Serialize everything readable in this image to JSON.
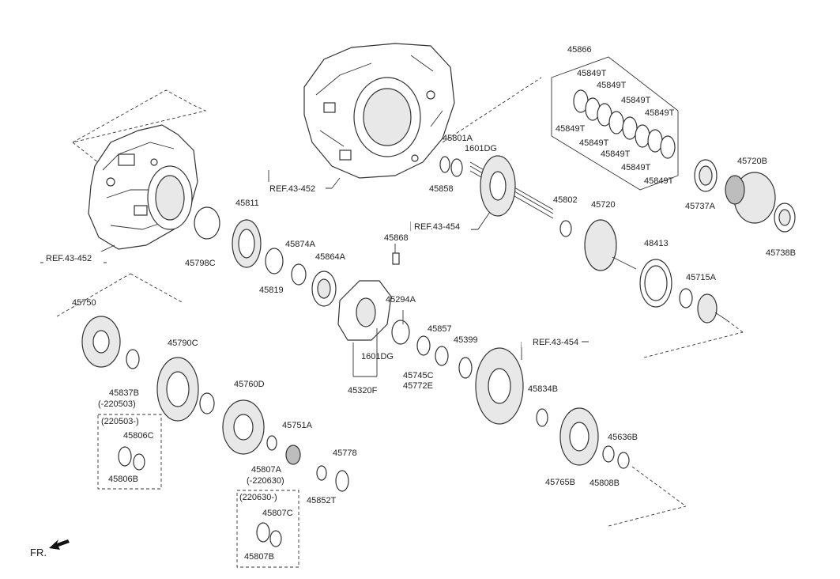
{
  "labels": {
    "l45866": "45866",
    "l45849T_1": "45849T",
    "l45849T_2": "45849T",
    "l45849T_3": "45849T",
    "l45849T_4": "45849T",
    "l45849T_5": "45849T",
    "l45849T_6": "45849T",
    "l45849T_7": "45849T",
    "l45849T_8": "45849T",
    "l45737A": "45737A",
    "l45720B": "45720B",
    "l45738B": "45738B",
    "l45801A": "45801A",
    "l1601DG_a": "1601DG",
    "l45858": "45858",
    "l45802": "45802",
    "l45720": "45720",
    "l48413": "48413",
    "l45715A": "45715A",
    "ref_43_452_top": "REF.43-452",
    "ref_43_454_mid": "REF.43-454",
    "ref_43_452_left": "REF.43-452",
    "l45811": "45811",
    "l45798C": "45798C",
    "l45874A": "45874A",
    "l45864A": "45864A",
    "l45819": "45819",
    "l45868": "45868",
    "l45294A": "45294A",
    "l1601DG_b": "1601DG",
    "l45320F": "45320F",
    "l45857": "45857",
    "l45399": "45399",
    "l45745C": "45745C",
    "l45772E": "45772E",
    "ref_43_454_low": "REF.43-454",
    "l45834B": "45834B",
    "l45765B": "45765B",
    "l45808B": "45808B",
    "l45636B": "45636B",
    "l45750": "45750",
    "l45790C": "45790C",
    "l45837B": "45837B",
    "l_220503_to": "(-220503)",
    "l_220503_from": "(220503-)",
    "l45806C": "45806C",
    "l45806B": "45806B",
    "l45760D": "45760D",
    "l45751A": "45751A",
    "l45807A": "45807A",
    "l_220630_to": "(-220630)",
    "l45778": "45778",
    "l45852T": "45852T",
    "l_220630_from": "(220630-)",
    "l45807C": "45807C",
    "l45807B": "45807B",
    "fr": "FR."
  },
  "icons": {
    "arrow": "fr-arrow-icon"
  }
}
